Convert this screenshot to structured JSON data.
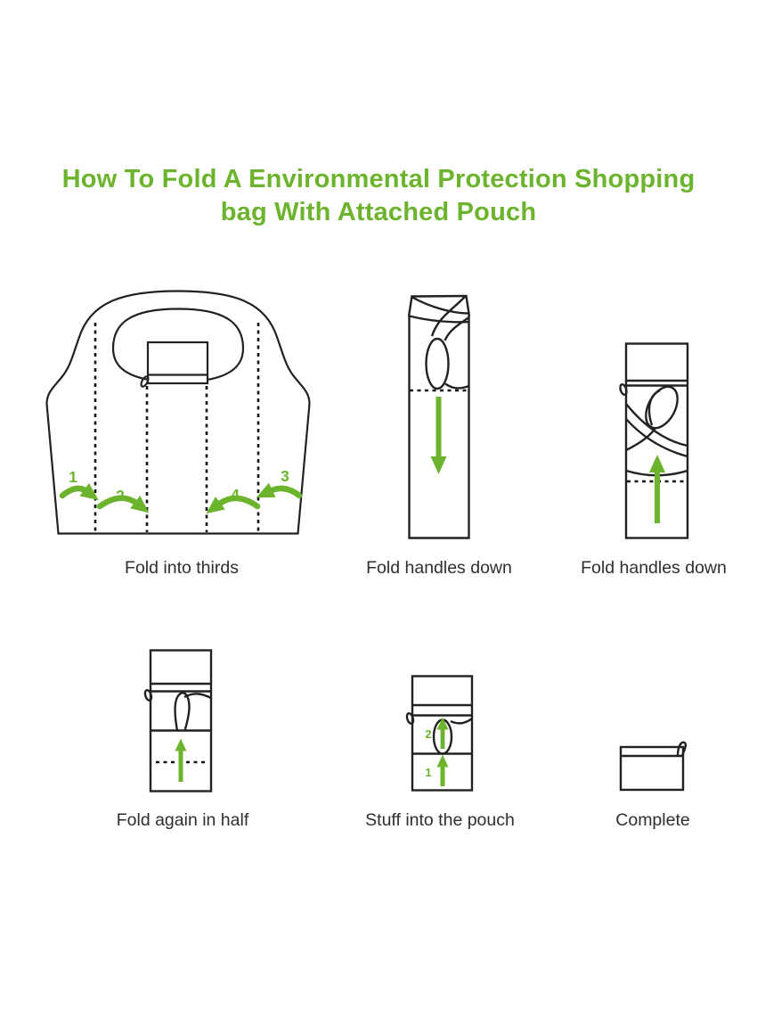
{
  "title": {
    "line1": "How To Fold A Environmental Protection Shopping",
    "line2": "bag With Attached Pouch"
  },
  "steps": [
    {
      "caption": "Fold into thirds",
      "illustration": "shopping-bag-front-with-four-fold-lines",
      "arrow_labels": [
        "1",
        "2",
        "3",
        "4"
      ]
    },
    {
      "caption": "Fold handles down",
      "illustration": "folded-strip-handles-crossed-arrow-down"
    },
    {
      "caption": "Fold handles down",
      "illustration": "folded-strip-handles-tucked-arrow-up"
    },
    {
      "caption": "Fold again in half",
      "illustration": "folded-strip-half-fold-arrow-up"
    },
    {
      "caption": "Stuff into the pouch",
      "illustration": "stuffing-bag-into-pouch",
      "arrow_labels": [
        "1",
        "2"
      ]
    },
    {
      "caption": "Complete",
      "illustration": "finished-zipper-pouch"
    }
  ],
  "colors": {
    "accent_green": "#6db42e",
    "outline": "#222222",
    "caption_text": "#2f2f2f",
    "background": "#ffffff"
  }
}
